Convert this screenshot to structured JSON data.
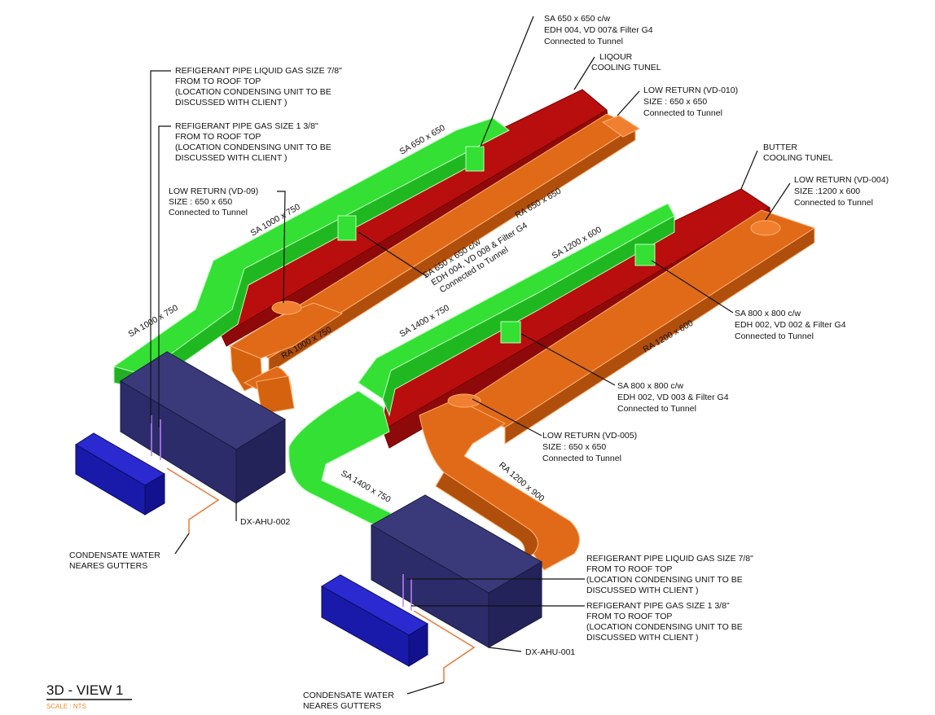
{
  "view_title": "3D - VIEW 1",
  "scale_label": "SCALE : NTS",
  "colors": {
    "supply_duct": "#33e033",
    "return_duct": "#e06a18",
    "tunnel": "#b80e0e",
    "ahu": "#2c2c6a",
    "condensing_unit": "#1a1aaa",
    "pipe": "#e87a3a"
  },
  "units": {
    "ahu2": "DX-AHU-002",
    "ahu1": "DX-AHU-001"
  },
  "callouts": {
    "top_supply": [
      "SA 650 x 650 c/w",
      "EDH 004, VD 007& Filter G4",
      "Connected to Tunnel"
    ],
    "liquor_tunnel": [
      "LIQOUR",
      "COOLING TUNEL"
    ],
    "vd010": [
      "LOW RETURN (VD-010)",
      "SIZE : 650 x 650",
      "Connected to Tunnel"
    ],
    "butter_tunnel": [
      "BUTTER",
      "COOLING TUNEL"
    ],
    "vd004": [
      "LOW RETURN (VD-004)",
      "SIZE :1200 x 600",
      "Connected to Tunnel"
    ],
    "vd09": [
      "LOW RETURN (VD-09)",
      "SIZE : 650 x 650",
      "Connected to Tunnel"
    ],
    "refr_liquid_left": [
      "REFIGERANT PIPE LIQUID GAS SIZE 7/8\"",
      "FROM TO ROOF TOP",
      "(LOCATION CONDENSING UNIT TO BE",
      "DISCUSSED WITH CLIENT )"
    ],
    "refr_gas_left": [
      "REFIGERANT PIPE GAS SIZE 1 3/8\"",
      "FROM TO ROOF TOP",
      "(LOCATION CONDENSING UNIT TO BE",
      "DISCUSSED WITH CLIENT )"
    ],
    "sa800_vd002": [
      "SA 800 x 800 c/w",
      "EDH 002, VD 002 & Filter G4",
      "Connected to Tunnel"
    ],
    "sa800_vd003": [
      "SA 800 x 800 c/w",
      "EDH 002, VD 003 & Filter G4",
      "Connected to Tunnel"
    ],
    "vd005": [
      "LOW RETURN (VD-005)",
      "SIZE : 650 x 650",
      "Connected to Tunnel"
    ],
    "refr_liquid_right": [
      "REFIGERANT PIPE LIQUID GAS SIZE 7/8\"",
      "FROM TO ROOF TOP",
      "(LOCATION CONDENSING UNIT TO BE",
      "DISCUSSED WITH CLIENT )"
    ],
    "refr_gas_right": [
      "REFIGERANT PIPE GAS SIZE 1 3/8\"",
      "FROM TO ROOF TOP",
      "(LOCATION CONDENSING UNIT TO BE",
      "DISCUSSED WITH CLIENT )"
    ],
    "condensate_left": [
      "CONDENSATE WATER",
      "NEARES GUTTERS"
    ],
    "condensate_right": [
      "CONDENSATE WATER",
      "NEARES GUTTERS"
    ],
    "sa650_vd008": [
      "SA 650 x 650 c/w",
      "EDH 004, VD 008 & Filter G4",
      "Connected to Tunnel"
    ]
  },
  "duct_labels": {
    "sa_650_top": "SA 650 x 650",
    "ra_650": "RA 650 x 650",
    "sa_1000_upper": "SA 1000 x 750",
    "sa_1000_lower": "SA 1000 x 750",
    "ra_1000": "RA 1000 x 750",
    "sa_1200": "SA 1200 x 600",
    "ra_1200_600": "RA 1200 x 600",
    "sa_1400_upper": "SA 1400 x 750",
    "sa_1400_lower": "SA 1400 x 750",
    "ra_1200_900": "RA 1200 x 900"
  }
}
